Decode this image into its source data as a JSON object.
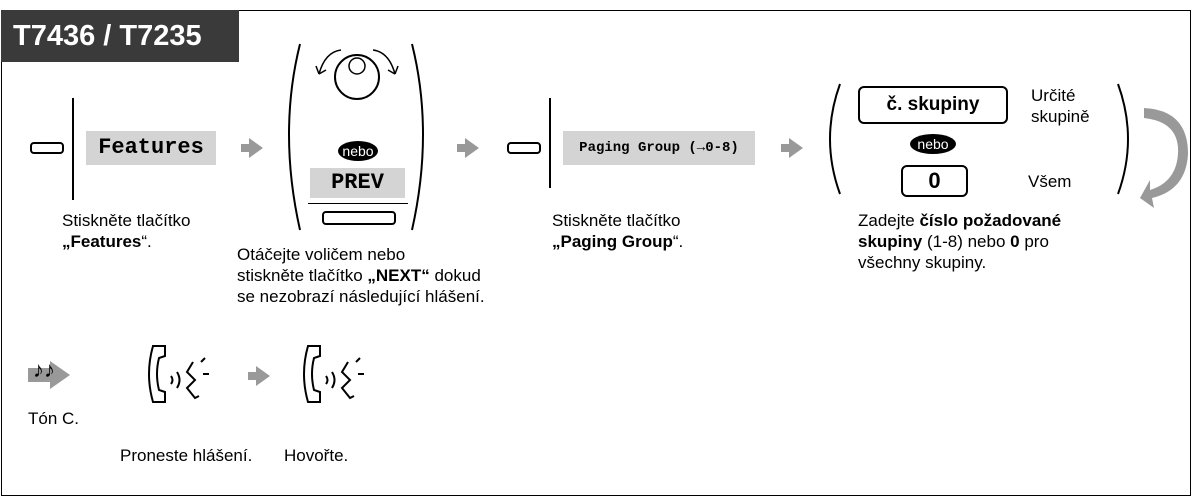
{
  "header": {
    "title": "T7436 / T7235"
  },
  "step1": {
    "lcd_label": "Features",
    "caption_line1": "Stiskněte tlačítko",
    "caption_q_open": "„",
    "caption_bold": "Features",
    "caption_q_close": "“."
  },
  "step2": {
    "nebo": "nebo",
    "lcd_label": "PREV",
    "caption_line1": "Otáčejte voličem nebo",
    "caption_line2_pre": "stiskněte tlačítko ",
    "caption_line2_bold": "„NEXT“",
    "caption_line2_post": " dokud",
    "caption_line3": "se nezobrazí následující hlášení."
  },
  "step3": {
    "lcd_label": "Paging Group (→0-8)",
    "caption_line1": "Stiskněte tlačítko",
    "caption_q_open": "„",
    "caption_bold": "Paging Group",
    "caption_q_close": "“."
  },
  "step4": {
    "box_label": "č. skupiny",
    "side_label_1a": "Určité",
    "side_label_1b": "skupině",
    "nebo": "nebo",
    "zero_label": "0",
    "side_label_2": "Všem",
    "caption_l1_pre": "Zadejte ",
    "caption_l1_bold": "číslo požadované",
    "caption_l2_bold": "skupiny",
    "caption_l2_mid": " (1-8) nebo ",
    "caption_l2_bold2": "0",
    "caption_l2_post": " pro",
    "caption_l3": "všechny skupiny."
  },
  "bottom": {
    "tone_label": "Tón C.",
    "step1_caption": "Proneste hlášení.",
    "step2_caption": "Hovořte."
  },
  "colors": {
    "title_bg": "#3a3a3a",
    "lcd_bg": "#d4d4d4",
    "arrow": "#999999"
  }
}
